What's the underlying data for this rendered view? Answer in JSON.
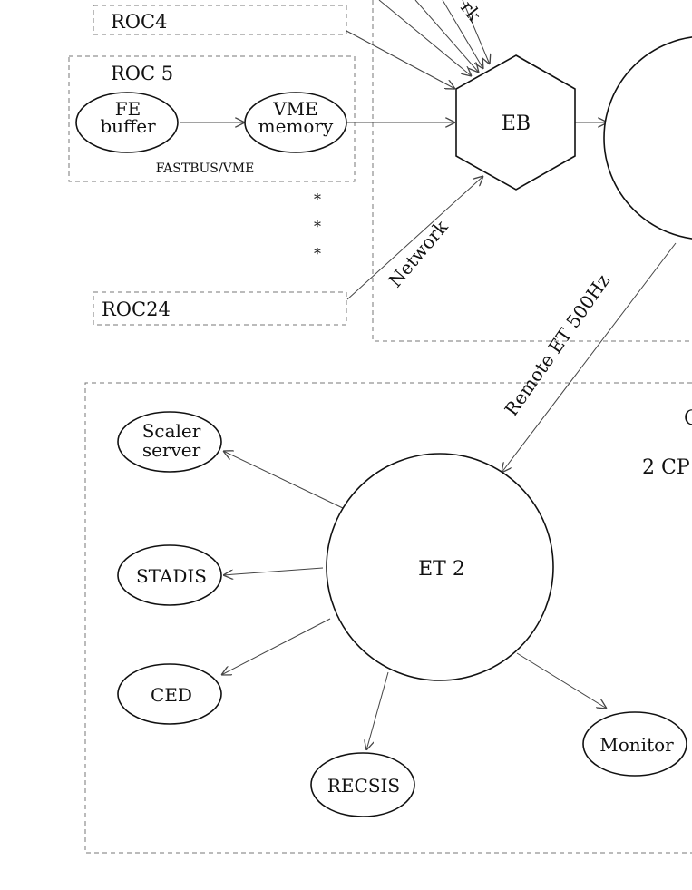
{
  "diagram": {
    "roc4": "ROC4",
    "roc5": "ROC 5",
    "roc24": "ROC24",
    "fe_buffer": [
      "FE",
      "buffer"
    ],
    "vme_memory": [
      "VME",
      "memory"
    ],
    "fastbus_vme": "FASTBUS/VME",
    "ellipsis": [
      "*",
      "*",
      "*"
    ],
    "eb": "EB",
    "network_top": "rk",
    "network_bottom": "Network",
    "remote_et": "Remote ET  500Hz",
    "et2": "ET 2",
    "scaler_server": [
      "Scaler",
      "server"
    ],
    "stadis": "STADIS",
    "ced": "CED",
    "recsis": "RECSIS",
    "monitor": "Monitor",
    "right_label_1": "C",
    "right_label_2": "2 CP"
  }
}
